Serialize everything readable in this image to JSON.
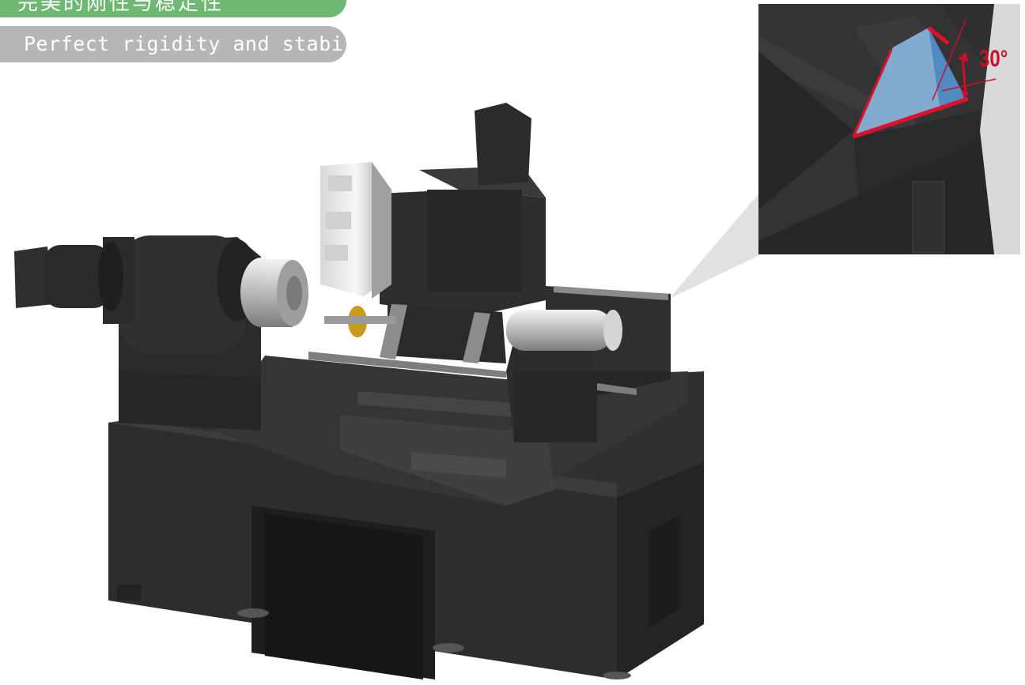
{
  "header": {
    "title_zh": "完美的刚性与稳定性",
    "title_en": "Perfect rigidity and stability"
  },
  "inset": {
    "angle_label": "30°"
  },
  "colors": {
    "accent_green": "#6fb874",
    "subtitle_gray": "#b6b6b6",
    "machine_dark": "#2b2b2b",
    "highlight_red": "#e0102a",
    "highlight_blue": "#7fb0d8"
  }
}
